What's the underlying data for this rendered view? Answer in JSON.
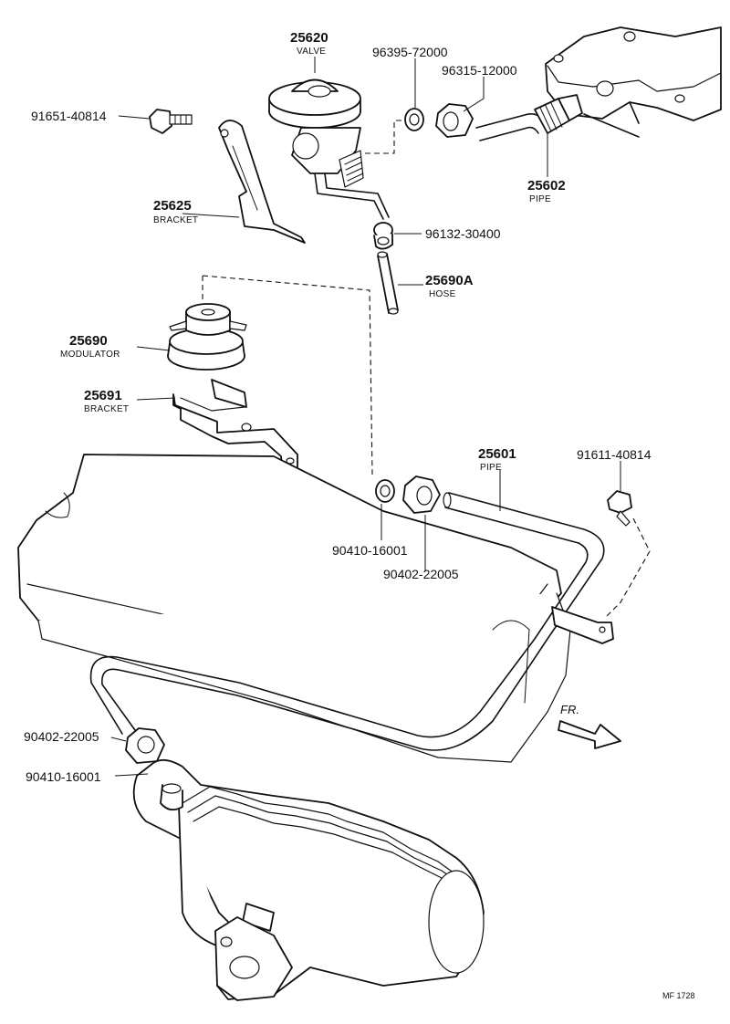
{
  "labels": {
    "valve_num": "25620",
    "valve_cap": "VALVE",
    "gasket_num": "96395-72000",
    "nut_top_num": "96315-12000",
    "pipe_top_num": "25602",
    "pipe_top_cap": "PIPE",
    "bolt_top_num": "91651-40814",
    "bracket_top_num": "25625",
    "bracket_top_cap": "BRACKET",
    "clamp_num": "96132-30400",
    "hose_num": "25690A",
    "hose_cap": "HOSE",
    "modulator_num": "25690",
    "modulator_cap": "MODULATOR",
    "bracket_mod_num": "25691",
    "bracket_mod_cap": "BRACKET",
    "pipe_main_num": "25601",
    "pipe_main_cap": "PIPE",
    "bolt_right_num": "91611-40814",
    "gasket_mid_num": "90410-16001",
    "nut_mid_num": "90402-22005",
    "nut_low_num": "90402-22005",
    "gasket_low_num": "90410-16001",
    "fr": "FR.",
    "ref": "MF  1728"
  }
}
